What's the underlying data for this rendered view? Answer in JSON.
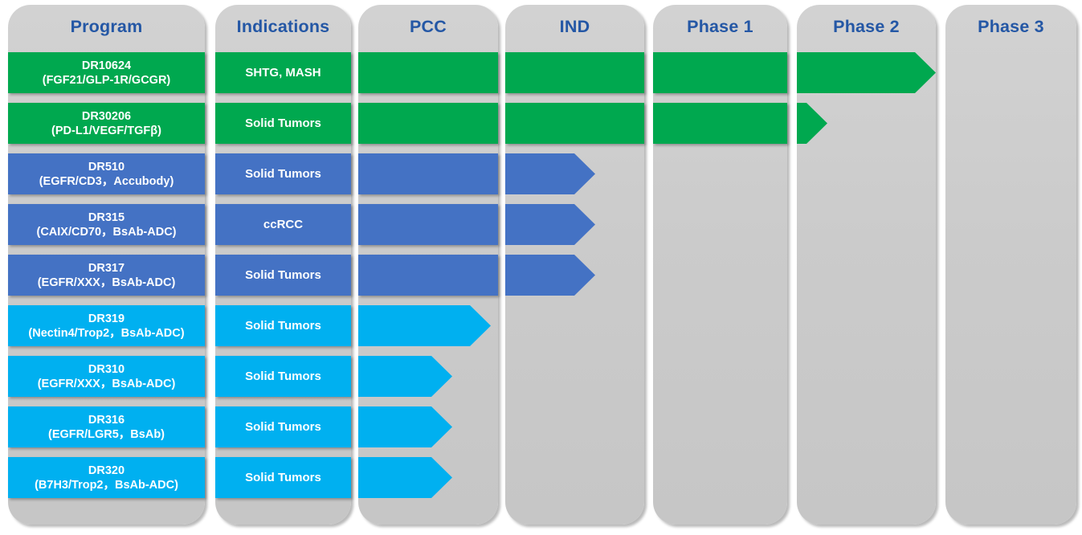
{
  "palette": {
    "green": "#00A84F",
    "blue": "#4472C4",
    "cyan": "#00B0F0",
    "column_gray": "#CBCBCB",
    "header_text": "#2457A5",
    "bar_text": "#FFFFFF",
    "page_background": "#FFFFFF"
  },
  "columns": [
    {
      "id": "program",
      "label": "Program"
    },
    {
      "id": "indications",
      "label": "Indications"
    },
    {
      "id": "pcc",
      "label": "PCC"
    },
    {
      "id": "ind",
      "label": "IND"
    },
    {
      "id": "phase1",
      "label": "Phase 1"
    },
    {
      "id": "phase2",
      "label": "Phase 2"
    },
    {
      "id": "phase3",
      "label": "Phase 3"
    }
  ],
  "programs": [
    {
      "code": "DR10624",
      "target": "(FGF21/GLP-1R/GCGR)",
      "indication": "SHTG, MASH",
      "color_key": "green",
      "reached_stage": "Phase 2",
      "stage_fraction": 1.0
    },
    {
      "code": "DR30206",
      "target": "(PD-L1/VEGF/TGFβ)",
      "indication": "Solid Tumors",
      "color_key": "green",
      "reached_stage": "Phase 2",
      "stage_fraction": 0.22
    },
    {
      "code": "DR510",
      "target": "(EGFR/CD3，Accubody)",
      "indication": "Solid Tumors",
      "color_key": "blue",
      "reached_stage": "IND",
      "stage_fraction": 0.65
    },
    {
      "code": "DR315",
      "target": "(CAIX/CD70，BsAb-ADC)",
      "indication": "ccRCC",
      "color_key": "blue",
      "reached_stage": "IND",
      "stage_fraction": 0.65
    },
    {
      "code": "DR317",
      "target": "(EGFR/XXX，BsAb-ADC)",
      "indication": "Solid Tumors",
      "color_key": "blue",
      "reached_stage": "IND",
      "stage_fraction": 0.65
    },
    {
      "code": "DR319",
      "target": "(Nectin4/Trop2，BsAb-ADC)",
      "indication": "Solid Tumors",
      "color_key": "cyan",
      "reached_stage": "PCC",
      "stage_fraction": 0.95
    },
    {
      "code": "DR310",
      "target": "(EGFR/XXX，BsAb-ADC)",
      "indication": "Solid Tumors",
      "color_key": "cyan",
      "reached_stage": "PCC",
      "stage_fraction": 0.67
    },
    {
      "code": "DR316",
      "target": "(EGFR/LGR5，BsAb)",
      "indication": "Solid Tumors",
      "color_key": "cyan",
      "reached_stage": "PCC",
      "stage_fraction": 0.67
    },
    {
      "code": "DR320",
      "target": "(B7H3/Trop2，BsAb-ADC)",
      "indication": "Solid Tumors",
      "color_key": "cyan",
      "reached_stage": "PCC",
      "stage_fraction": 0.67
    }
  ],
  "chart_data": {
    "type": "bar",
    "orientation": "horizontal",
    "title": "",
    "categories": [
      "DR10624",
      "DR30206",
      "DR510",
      "DR315",
      "DR317",
      "DR319",
      "DR310",
      "DR316",
      "DR320"
    ],
    "category_sublabels": [
      "(FGF21/GLP-1R/GCGR)",
      "(PD-L1/VEGF/TGFβ)",
      "(EGFR/CD3，Accubody)",
      "(CAIX/CD70，BsAb-ADC)",
      "(EGFR/XXX，BsAb-ADC)",
      "(Nectin4/Trop2，BsAb-ADC)",
      "(EGFR/XXX，BsAb-ADC)",
      "(EGFR/LGR5，BsAb)",
      "(B7H3/Trop2，BsAb-ADC)"
    ],
    "indications": [
      "SHTG, MASH",
      "Solid Tumors",
      "Solid Tumors",
      "ccRCC",
      "Solid Tumors",
      "Solid Tumors",
      "Solid Tumors",
      "Solid Tumors",
      "Solid Tumors"
    ],
    "stage_axis": [
      "PCC",
      "IND",
      "Phase 1",
      "Phase 2",
      "Phase 3"
    ],
    "values": [
      4.0,
      3.22,
      1.65,
      1.65,
      1.65,
      0.95,
      0.67,
      0.67,
      0.67
    ],
    "value_scale": "stage units: 0 = start of PCC, 1 = start of IND, 2 = start of Phase 1, 3 = start of Phase 2, 4 = start of Phase 3, 5 = end of Phase 3",
    "xlim": [
      0,
      5
    ],
    "bar_colors": [
      "#00A84F",
      "#00A84F",
      "#4472C4",
      "#4472C4",
      "#4472C4",
      "#00B0F0",
      "#00B0F0",
      "#00B0F0",
      "#00B0F0"
    ],
    "legend": "none",
    "grid": false
  }
}
